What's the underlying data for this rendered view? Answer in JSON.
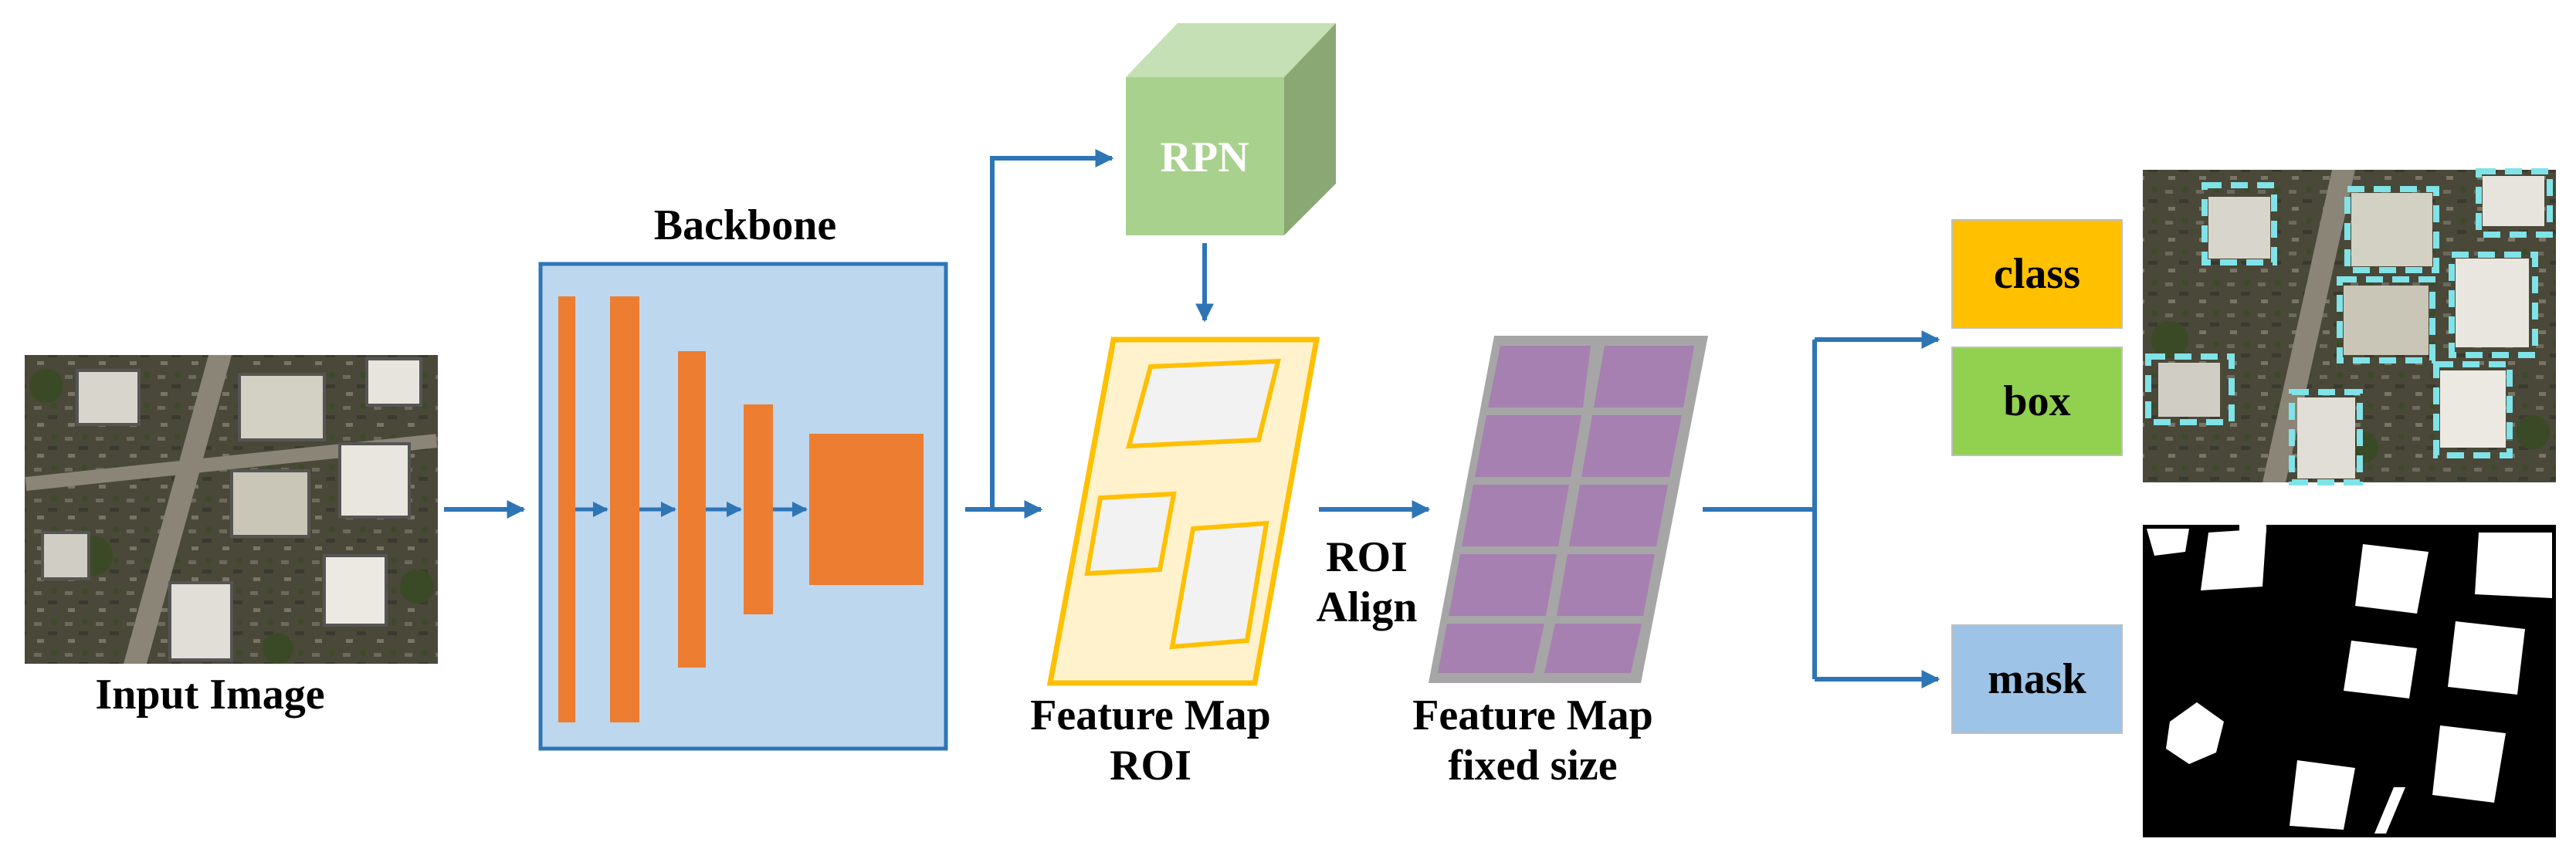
{
  "labels": {
    "input_image": "Input Image",
    "backbone": "Backbone",
    "rpn": "RPN",
    "feature_map_roi_line1": "Feature Map",
    "feature_map_roi_line2": "ROI",
    "roi_align_line1": "ROI",
    "roi_align_line2": "Align",
    "feature_map_fixed_line1": "Feature Map",
    "feature_map_fixed_line2": "fixed size",
    "class": "class",
    "box": "box",
    "mask": "mask"
  },
  "colors": {
    "arrow": "#2e75b6",
    "backbone_fill": "#bdd7ee",
    "backbone_border": "#2e75b6",
    "backbone_layer": "#ed7d31",
    "rpn_front": "#a9d18e",
    "rpn_top": "#c5e0b4",
    "rpn_side": "#8aa874",
    "feature_fill": "#fff2cc",
    "feature_border": "#ffc000",
    "roi_fill": "#f2f2f2",
    "fixed_border": "#a6a6a6",
    "fixed_cell": "#a680b0",
    "class_fill": "#ffc000",
    "box_fill": "#92d050",
    "mask_fill": "#9dc3e6",
    "detection_box": "#7fe3e8",
    "aerial_ground": "#4a4838",
    "mask_background": "#000000",
    "mask_building": "#ffffff"
  }
}
